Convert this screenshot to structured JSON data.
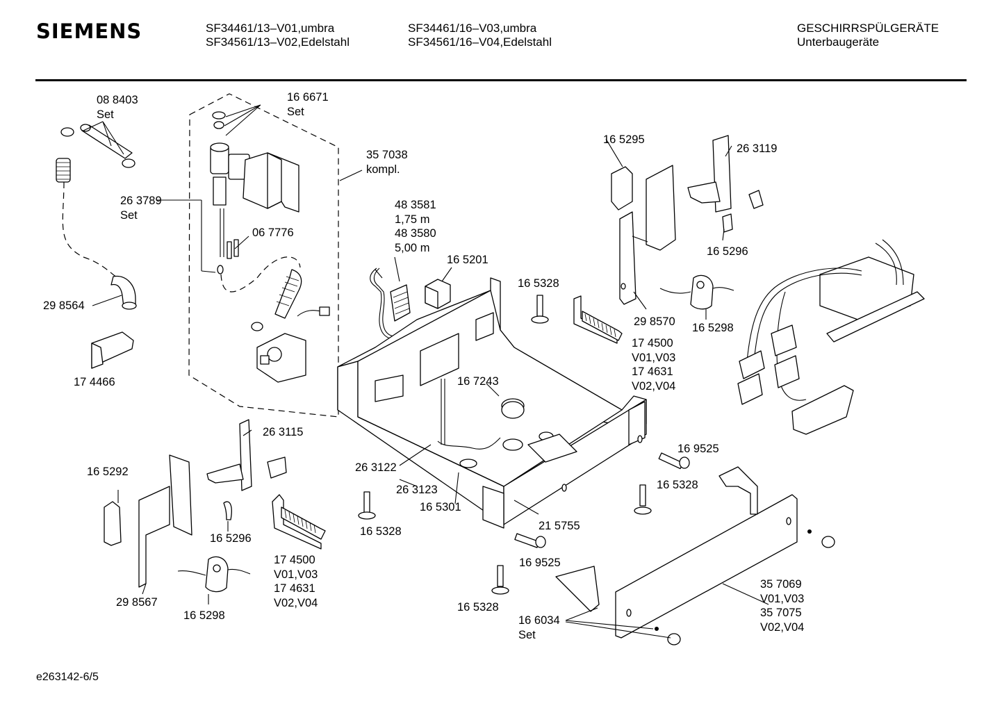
{
  "header": {
    "brand": "SIEMENS",
    "models_col1": [
      "SF34461/13–V01,umbra",
      "SF34561/13–V02,Edelstahl"
    ],
    "models_col2": [
      "SF34461/16–V03,umbra",
      "SF34561/16–V04,Edelstahl"
    ],
    "category": [
      "GESCHIRRSPÜLGERÄTE",
      "Unterbaugeräte"
    ]
  },
  "part_labels": {
    "p088403": [
      "08 8403",
      "Set"
    ],
    "p166671": [
      "16 6671",
      "Set"
    ],
    "p357038": [
      "35 7038",
      "kompl."
    ],
    "p263789": [
      "26 3789",
      "Set"
    ],
    "p067776": [
      "06 7776"
    ],
    "p298564": [
      "29 8564"
    ],
    "p174466": [
      "17 4466"
    ],
    "p483581": [
      "48 3581",
      "1,75 m",
      "48 3580",
      "5,00 m"
    ],
    "p165201": [
      "16 5201"
    ],
    "p165328_a": [
      "16 5328"
    ],
    "p165295": [
      "16 5295"
    ],
    "p263119": [
      "26 3119"
    ],
    "p165296_a": [
      "16 5296"
    ],
    "p298570": [
      "29 8570"
    ],
    "p165298_a": [
      "16 5298"
    ],
    "p174500_a": [
      "17 4500",
      "V01,V03",
      "17 4631",
      "V02,V04"
    ],
    "p167243": [
      "16 7243"
    ],
    "p263115": [
      "26 3115"
    ],
    "p165292": [
      "16 5292"
    ],
    "p165296_b": [
      "16 5296"
    ],
    "p298567": [
      "29 8567"
    ],
    "p165298_b": [
      "16 5298"
    ],
    "p174500_b": [
      "17 4500",
      "V01,V03",
      "17 4631",
      "V02,V04"
    ],
    "p263122": [
      "26 3122"
    ],
    "p263123": [
      "26 3123"
    ],
    "p165301": [
      "16 5301"
    ],
    "p165328_b": [
      "16 5328"
    ],
    "p215755": [
      "21 5755"
    ],
    "p169525_a": [
      "16 9525"
    ],
    "p165328_c": [
      "16 5328"
    ],
    "p169525_b": [
      "16 9525"
    ],
    "p165328_d": [
      "16 5328"
    ],
    "p166034": [
      "16 6034",
      "Set"
    ],
    "p357069": [
      "35 7069",
      "V01,V03",
      "35 7075",
      "V02,V04"
    ]
  },
  "footer": {
    "drawing_id": "e263142-6/5"
  }
}
